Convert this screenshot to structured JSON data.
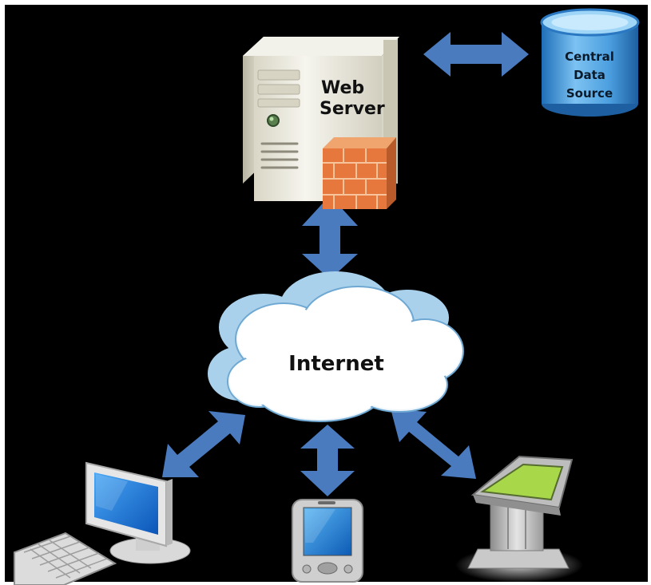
{
  "diagram": {
    "nodes": {
      "web_server": {
        "line1": "Web",
        "line2": "Server",
        "icon": "server-icon"
      },
      "data_source": {
        "line1": "Central",
        "line2": "Data",
        "line3": "Source",
        "icon": "database-icon"
      },
      "internet": {
        "label": "Internet",
        "icon": "cloud-icon"
      },
      "desktop": {
        "icon": "desktop-computer-icon"
      },
      "mobile": {
        "icon": "pda-icon"
      },
      "kiosk": {
        "icon": "kiosk-icon"
      }
    },
    "edges": [
      {
        "from": "web_server",
        "to": "data_source",
        "style": "double-arrow"
      },
      {
        "from": "web_server",
        "to": "internet",
        "style": "double-arrow"
      },
      {
        "from": "internet",
        "to": "desktop",
        "style": "double-arrow"
      },
      {
        "from": "internet",
        "to": "mobile",
        "style": "double-arrow"
      },
      {
        "from": "internet",
        "to": "kiosk",
        "style": "double-arrow"
      }
    ],
    "colors": {
      "background": "#000000",
      "arrow": "#4a7bbf",
      "database": "#5aa9e6",
      "firewall": "#e8834a",
      "server": "#efeee4",
      "cloud_edge": "#a9d1ec",
      "kiosk_screen": "#a8d84a"
    }
  }
}
